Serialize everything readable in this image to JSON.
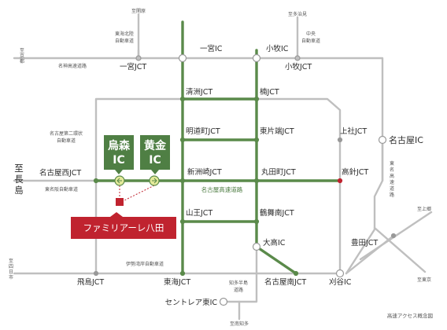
{
  "colors": {
    "green_main": "#5a8a4a",
    "green_sign": "#4f7f44",
    "gray_road": "#bfbfbf",
    "red_accent": "#c0232f",
    "ic_marker_fill": "#e4ea9a"
  },
  "labels": {
    "to_sekigahara": "至関原",
    "to_tajimi": "至多治見",
    "tokai_hokuriku": "東海北陸\n自動車道",
    "chuo": "中央\n自動車道",
    "to_kyoto": "至\n京\n都",
    "meishin": "名神高速道路",
    "ichinomiya_ic": "一宮IC",
    "komaki_ic": "小牧IC",
    "ichinomiya_jct": "一宮JCT",
    "komaki_jct": "小牧JCT",
    "kiyosu_jct": "清洲JCT",
    "kusunoki_jct": "楠JCT",
    "nagoya_2nd_ring": "名古屋第二環状\n自動車道",
    "myodocho_jct": "明道町JCT",
    "higashikataha_jct": "東片端JCT",
    "kamiyashiro_jct": "上社JCT",
    "nagoya_ic": "名古屋IC",
    "torimori_ic": "烏森\nIC",
    "kogane_ic": "黄金\nIC",
    "to_nagashima": "至\n長\n島",
    "nagoya_nishi_jct": "名古屋西JCT",
    "shinsuzaki_jct": "新洲崎JCT",
    "marutamachi_jct": "丸田町JCT",
    "takabari_jct": "高針JCT",
    "tomei_expwy": "東\n名\n高\n速\n道\n路",
    "higashi_meihan": "東名阪自動車道",
    "nagoya_expwy": "名古屋高速道路",
    "property_name": "ファミリアーレ八田",
    "sanno_jct": "山王JCT",
    "tsurumaiminami_jct": "鶴舞南JCT",
    "to_kamigo": "至上郷",
    "odaka_ic": "大高IC",
    "toyota_jct": "豊田JCT",
    "isewangan": "伊勢湾岸自動車道",
    "to_yokkaichi": "至四日市",
    "to_tokyo": "至東京",
    "tobishima_jct": "飛島JCT",
    "tokai_jct": "東海JCT",
    "nagoya_minami_jct": "名古屋南JCT",
    "kariya_ic": "刈谷IC",
    "chita_hanto": "知多半島\n道路",
    "centrair_ic": "セントレア東IC",
    "to_minamichita": "至南知多",
    "caption": "高速アクセス概念図"
  }
}
